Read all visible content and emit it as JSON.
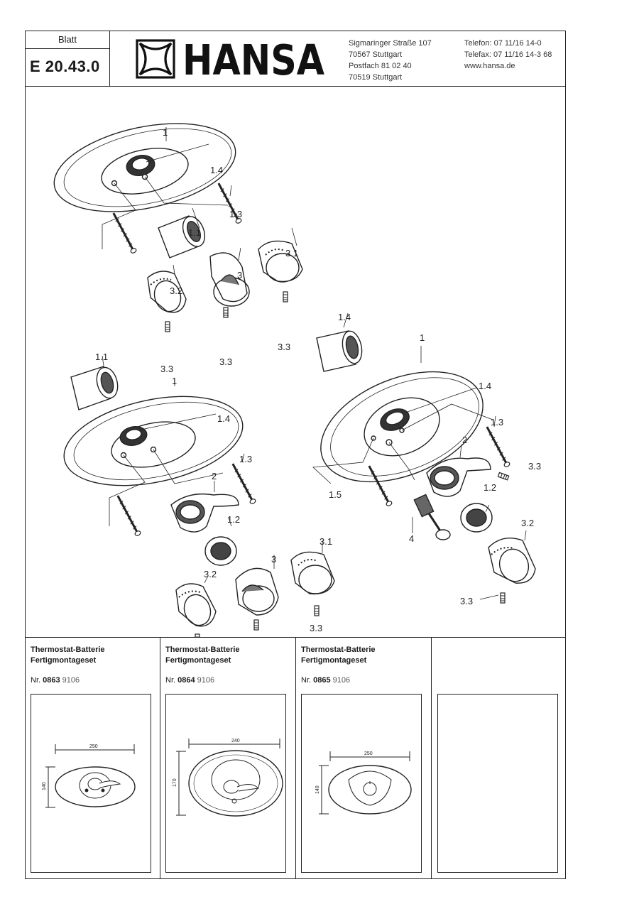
{
  "header": {
    "blatt_label": "Blatt",
    "blatt_number": "E 20.43.0",
    "logo_text": "HANSA",
    "address": [
      "Sigmaringer Straße 107",
      "70567 Stuttgart",
      "Postfach 81 02 40",
      "70519 Stuttgart"
    ],
    "contact": [
      "Telefon: 07 11/16 14-0",
      "Telefax: 07 11/16 14-3 68",
      "www.hansa.de"
    ]
  },
  "drawing": {
    "part_labels": {
      "p1": "1",
      "p1_4": "1.4",
      "p1_3": "1.3",
      "p1_1": "1.1",
      "p1_2": "1.2",
      "p1_5": "1.5",
      "p2": "2",
      "p3": "3",
      "p3_1": "3.1",
      "p3_2": "3.2",
      "p3_3": "3.3",
      "p4": "4"
    }
  },
  "footer": {
    "columns": [
      {
        "title1": "Thermostat-Batterie",
        "title2": "Fertigmontageset",
        "nr_prefix": "Nr. ",
        "nr_bold": "0863",
        "nr_suffix": " 9106",
        "dim_w": "250",
        "dim_h": "140"
      },
      {
        "title1": "Thermostat-Batterie",
        "title2": "Fertigmontageset",
        "nr_prefix": "Nr. ",
        "nr_bold": "0864",
        "nr_suffix": " 9106",
        "dim_w": "240",
        "dim_h": "170"
      },
      {
        "title1": "Thermostat-Batterie",
        "title2": "Fertigmontageset",
        "nr_prefix": "Nr. ",
        "nr_bold": "0865",
        "nr_suffix": " 9106",
        "dim_w": "250",
        "dim_h": "140"
      },
      {
        "title1": "",
        "title2": "",
        "nr_prefix": "",
        "nr_bold": "",
        "nr_suffix": "",
        "dim_w": "",
        "dim_h": ""
      }
    ]
  }
}
